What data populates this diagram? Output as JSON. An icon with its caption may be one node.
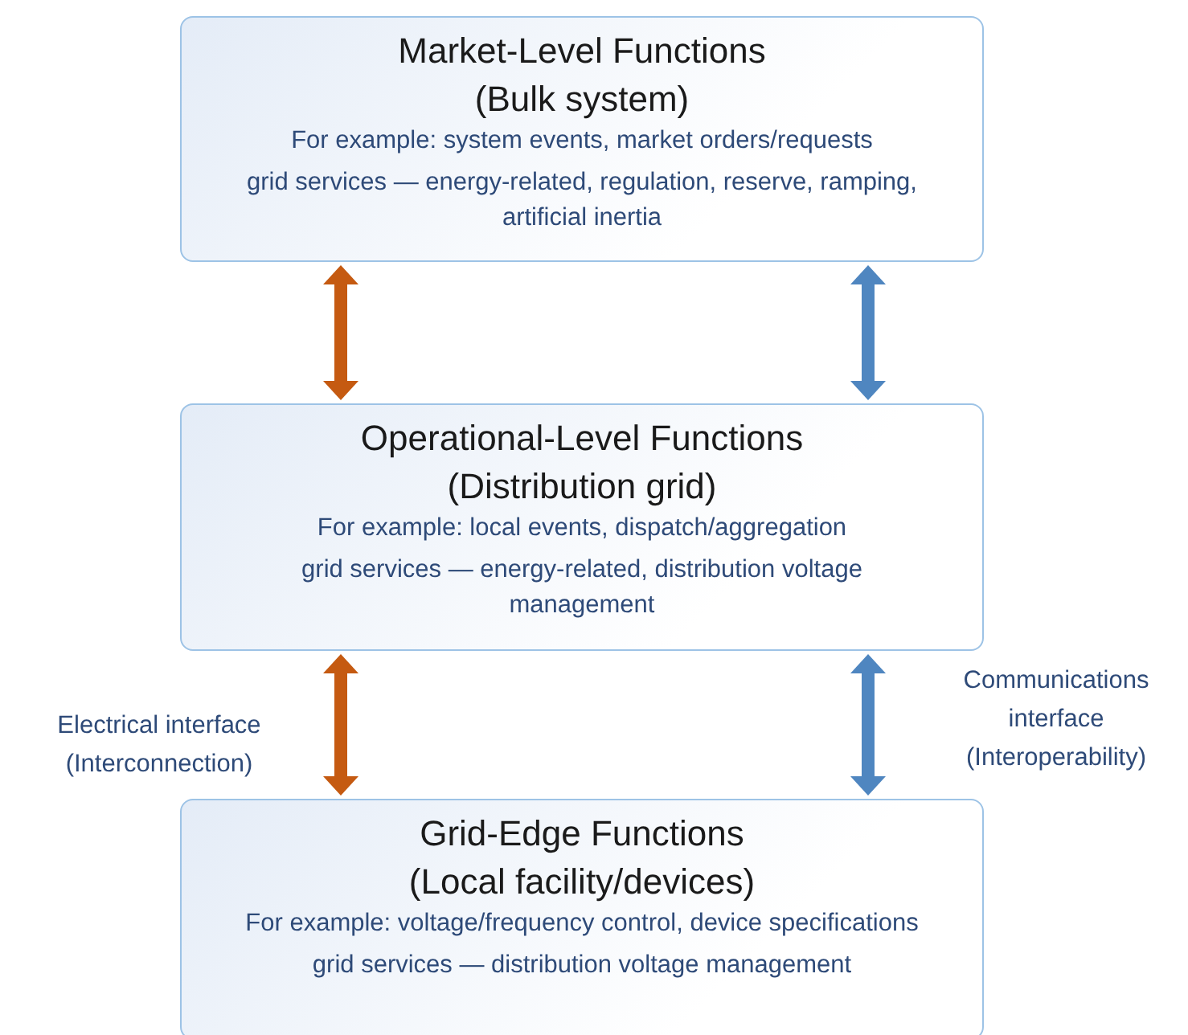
{
  "diagram": {
    "nodes": [
      {
        "text": [
          "Market-Level Functions",
          "(Bulk system)",
          "For example: system events, market orders/requests",
          "grid services — energy-related, regulation, reserve, ramping, artificial inertia"
        ]
      },
      {
        "text": [
          "Operational-Level Functions",
          "(Distribution grid)",
          "For example: local events, dispatch/aggregation",
          "grid services — energy-related, distribution voltage management"
        ]
      },
      {
        "text": [
          "Grid-Edge Functions",
          "(Local facility/devices)",
          "For example: voltage/frequency control, device specifications",
          "grid services — distribution voltage management"
        ]
      }
    ],
    "edges": [
      {
        "from": 0,
        "to": 1,
        "arrow": "both",
        "color": "#c55a11"
      },
      {
        "from": 0,
        "to": 1,
        "arrow": "both",
        "color": "#4f86c0"
      },
      {
        "from": 1,
        "to": 2,
        "arrow": "both",
        "color": "#c55a11"
      },
      {
        "from": 1,
        "to": 2,
        "arrow": "both",
        "color": "#4f86c0"
      }
    ],
    "labels": [
      "Electrical interface (Interconnection)",
      "Communications interface (Interoperability)"
    ]
  }
}
